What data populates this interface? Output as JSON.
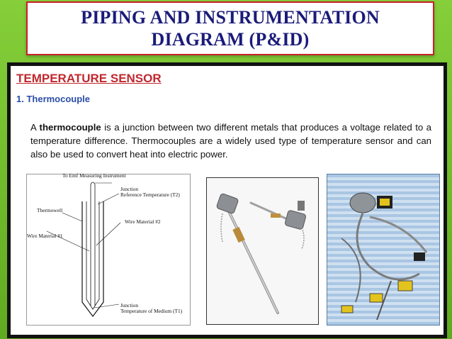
{
  "title": {
    "line1": "PIPING AND INSTRUMENTATION",
    "line2": "DIAGRAM (P&ID)"
  },
  "section": {
    "heading": "TEMPERATURE SENSOR",
    "subheading": "1. Thermocouple",
    "paragraph_prefix": "A ",
    "paragraph_bold": "thermocouple",
    "paragraph_rest": " is a junction between two different metals that produces a voltage related to a temperature difference. Thermocouples are a widely used type of temperature sensor and can also be used to convert heat into electric power."
  },
  "diagram": {
    "top_label": "To Emf Measuring Instrument",
    "junction_ref_1": "Junction",
    "junction_ref_2": "Reference Temperature (T2)",
    "thermowell": "Thermowell",
    "wire2": "Wire Material #2",
    "wire1": "Wire Material #1",
    "junction_med_1": "Junction",
    "junction_med_2": "Temperature of Medium (T1)"
  },
  "colors": {
    "background": "#6fbf2a",
    "title_text": "#1b1b7a",
    "title_border": "#c8202a",
    "heading": "#c0282e",
    "subheading": "#2a4da8"
  }
}
